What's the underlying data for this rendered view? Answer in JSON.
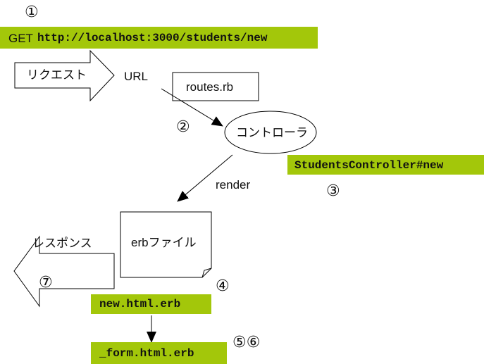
{
  "colors": {
    "highlight": "#a3c70a",
    "stroke": "#000000"
  },
  "steps": {
    "s1": "①",
    "s2": "②",
    "s3": "③",
    "s4": "④",
    "s56": "⑤⑥",
    "s7": "⑦"
  },
  "request_line": {
    "method": "GET",
    "url": "http://localhost:3000/students/new"
  },
  "request_arrow_label": "リクエスト",
  "url_label": "URL",
  "routes_label": "routes.rb",
  "controller_label": "コントローラ",
  "controller_action": "StudentsController#new",
  "render_label": "render",
  "erb_file_label": "erbファイル",
  "response_arrow_label": "レスポンス",
  "template_file": "new.html.erb",
  "partial_file": "_form.html.erb"
}
